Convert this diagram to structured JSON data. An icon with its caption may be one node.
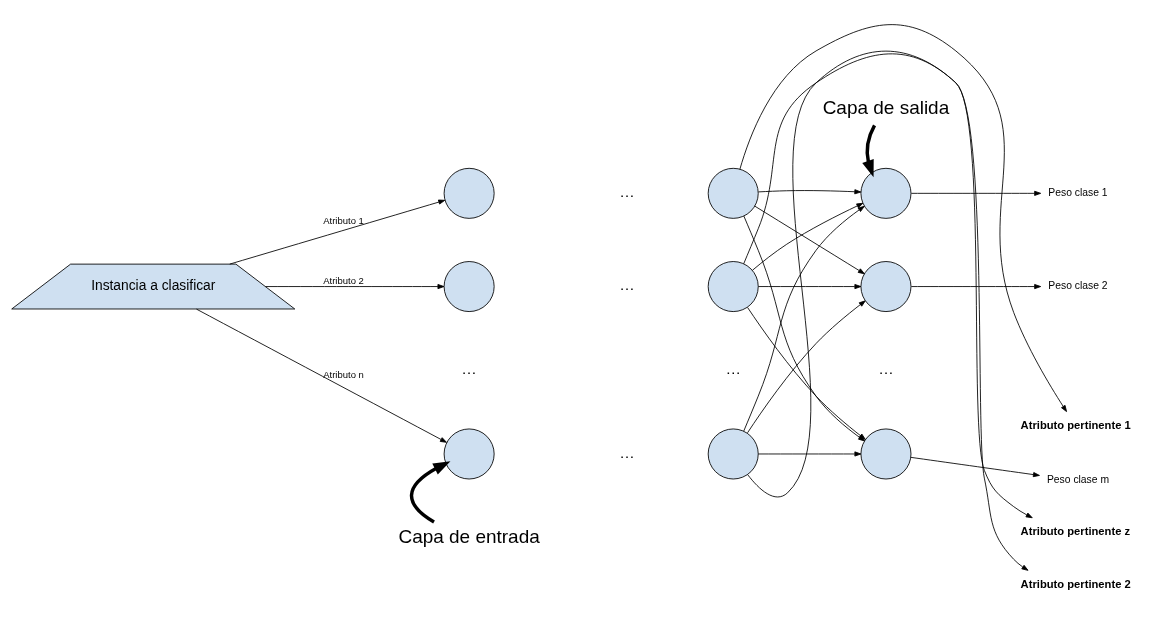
{
  "diagram": {
    "nodes": [
      {
        "text": [
          "Instancia a clasificar"
        ]
      },
      {
        "text": [],
        "shape": "circle"
      },
      {
        "text": [],
        "shape": "circle"
      },
      {
        "text": [],
        "shape": "circle"
      },
      {
        "text": [],
        "shape": "circle"
      },
      {
        "text": [],
        "shape": "circle"
      },
      {
        "text": [],
        "shape": "circle"
      },
      {
        "text": [],
        "shape": "circle"
      },
      {
        "text": [],
        "shape": "circle"
      },
      {
        "text": [],
        "shape": "circle"
      },
      {
        "text": [
          "Peso clase 1"
        ]
      },
      {
        "text": [
          "Peso clase 2"
        ]
      },
      {
        "text": [
          "Peso clase m"
        ]
      },
      {
        "text": [
          "Atributo pertinente 1"
        ]
      },
      {
        "text": [
          "Atributo pertinente 2"
        ]
      },
      {
        "text": [
          "Atributo pertinente z"
        ]
      },
      {
        "text": [
          "Capa de salida"
        ]
      },
      {
        "text": [
          "Capa de entrada"
        ]
      }
    ],
    "edges": [
      {
        "from": 0,
        "to": 1,
        "arrow": "to",
        "label": "Atributo 1"
      },
      {
        "from": 0,
        "to": 2,
        "arrow": "to",
        "label": "Atributo 2"
      },
      {
        "from": 0,
        "to": 3,
        "arrow": "to",
        "label": "Atributo n"
      },
      {
        "from": 4,
        "to": 7,
        "arrow": "to"
      },
      {
        "from": 4,
        "to": 8,
        "arrow": "to"
      },
      {
        "from": 4,
        "to": 9,
        "arrow": "to"
      },
      {
        "from": 5,
        "to": 7,
        "arrow": "to"
      },
      {
        "from": 5,
        "to": 8,
        "arrow": "to"
      },
      {
        "from": 5,
        "to": 9,
        "arrow": "to"
      },
      {
        "from": 6,
        "to": 7,
        "arrow": "to"
      },
      {
        "from": 6,
        "to": 8,
        "arrow": "to"
      },
      {
        "from": 6,
        "to": 9,
        "arrow": "to"
      },
      {
        "from": 4,
        "to": 13,
        "arrow": "to"
      },
      {
        "from": 5,
        "to": 14,
        "arrow": "to"
      },
      {
        "from": 6,
        "to": 15,
        "arrow": "to"
      },
      {
        "from": 7,
        "to": 10,
        "arrow": "to"
      },
      {
        "from": 8,
        "to": 11,
        "arrow": "to"
      },
      {
        "from": 9,
        "to": 12,
        "arrow": "to"
      },
      {
        "from": 16,
        "to": 7,
        "arrow": "to",
        "style": "thick"
      },
      {
        "from": 17,
        "to": 3,
        "arrow": "to",
        "style": "thick"
      }
    ],
    "labels": [
      "…",
      "…",
      "…",
      "…",
      "…",
      "…"
    ]
  }
}
